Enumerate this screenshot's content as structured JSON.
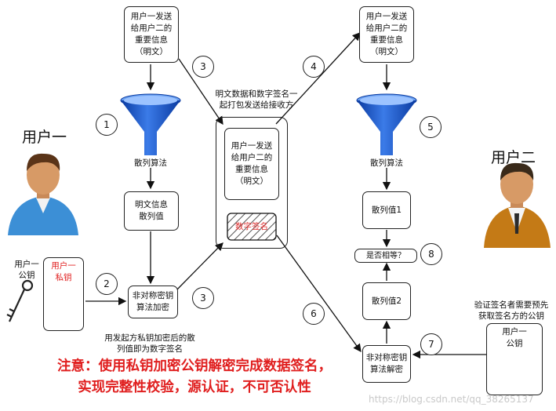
{
  "users": {
    "user1": "用户一",
    "user2": "用户二"
  },
  "left": {
    "message": "用户一发送\n给用户二的\n重要信息\n（明文）",
    "hash_label": "散列算法",
    "digest": "明文信息\n散列值",
    "encrypt": "非对称密钥\n算法加密",
    "encrypt_caption": "用发起方私钥加密后的散\n列值即为数字签名",
    "public_key": "用户一\n公钥",
    "private_key": "用户一\n私钥"
  },
  "middle": {
    "bundle_caption": "明文数据和数字签名一\n起打包发送给接收方",
    "message": "用户一发送\n给用户二的\n重要信息\n（明文）",
    "signature": "数字签名"
  },
  "right": {
    "message": "用户一发送\n给用户二的\n重要信息\n（明文）",
    "hash_label": "散列算法",
    "hash1": "散列值1",
    "compare": "是否相等？",
    "hash2": "散列值2",
    "decrypt": "非对称密钥\n算法解密",
    "verify_caption": "验证签名者需要预先\n获取签名方的公钥",
    "public_key": "用户一\n公钥"
  },
  "steps": [
    "1",
    "2",
    "3",
    "3",
    "4",
    "5",
    "6",
    "7",
    "8"
  ],
  "note": "注意：使用私钥加密公钥解密完成数据签名，\n实现完整性校验，源认证，不可否认性",
  "watermark": "https://blog.csdn.net/qq_38265137",
  "colors": {
    "funnel": "#1a58c8",
    "private_key": "#e02020",
    "note": "#e01e1e",
    "signature_hatch": "#e03030"
  }
}
